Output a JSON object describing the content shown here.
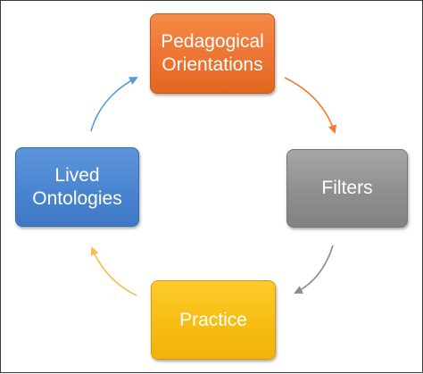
{
  "diagram": {
    "nodes": {
      "pedagogical": {
        "line1": "Pedagogical",
        "line2": "Orientations"
      },
      "filters": {
        "label": "Filters"
      },
      "practice": {
        "label": "Practice"
      },
      "lived": {
        "line1": "Lived",
        "line2": "Ontologies"
      }
    },
    "colors": {
      "pedagogical": "#ed7433",
      "filters": "#8f8f8f",
      "practice": "#f7bd14",
      "lived": "#4a85d0"
    }
  }
}
